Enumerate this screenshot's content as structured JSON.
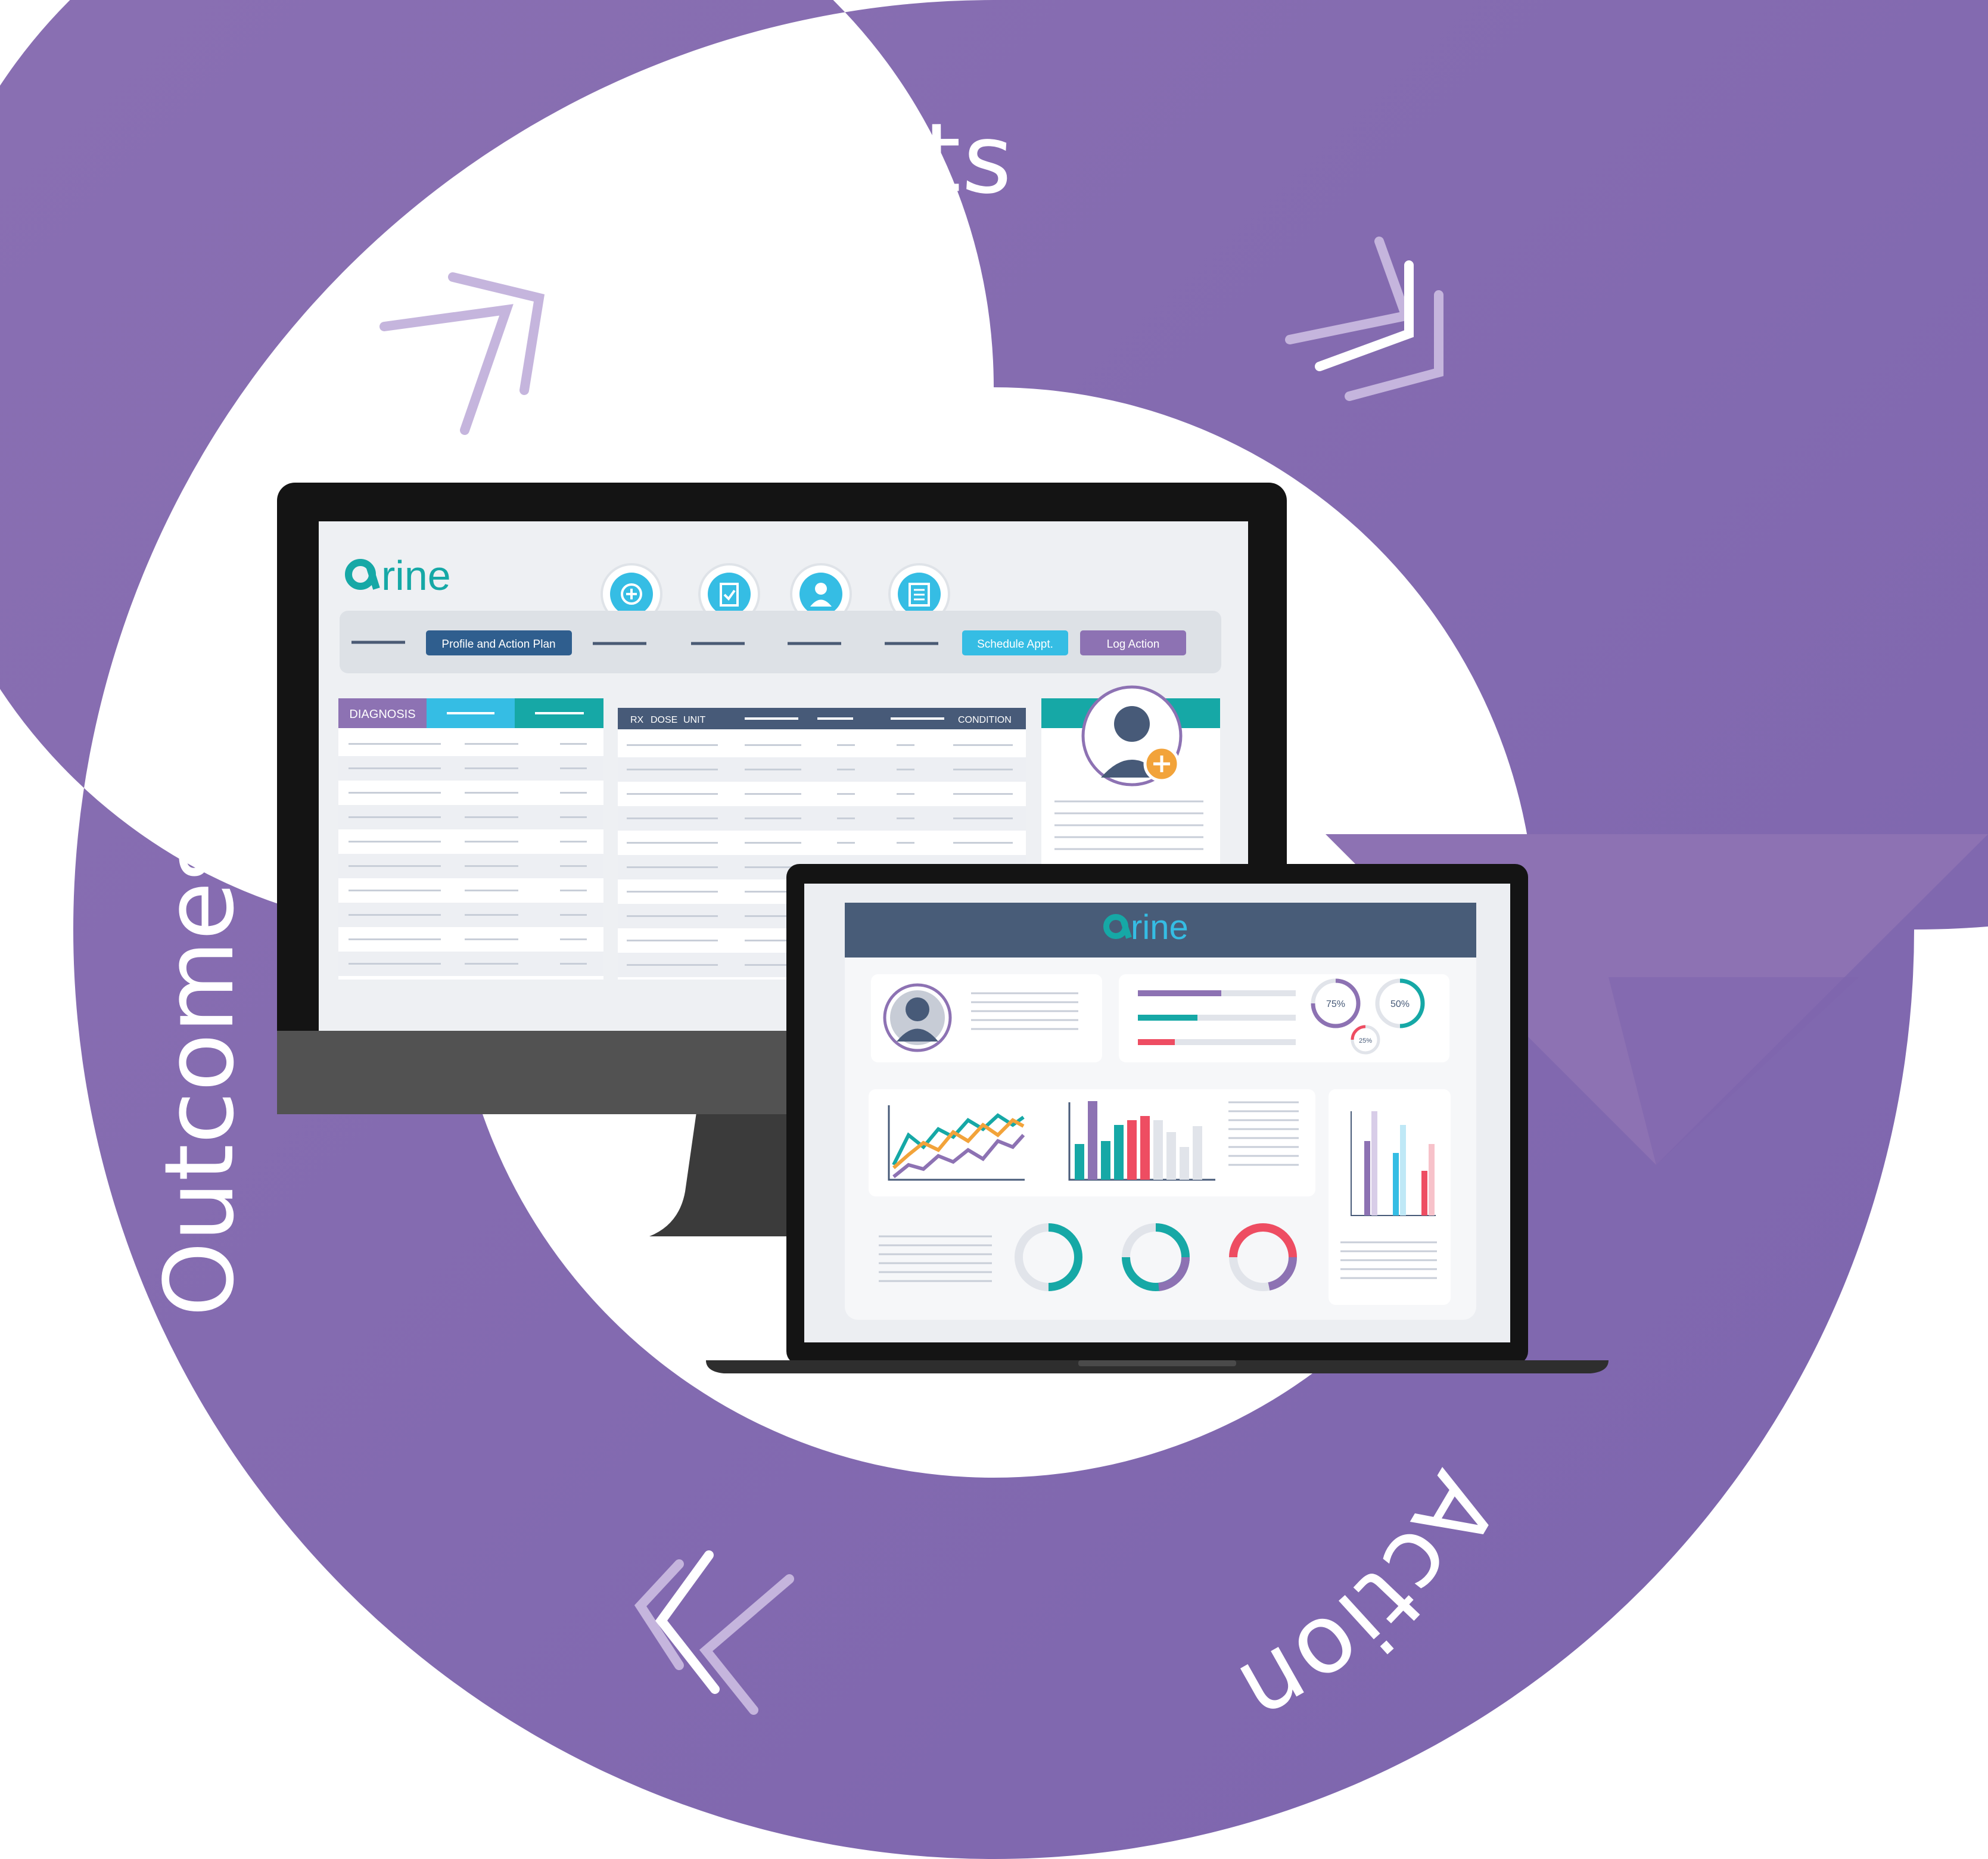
{
  "cycle": {
    "labels": {
      "insights": "Insights",
      "action": "Action",
      "outcomes": "Outcomes"
    },
    "colors": {
      "ring": "#8d72b3",
      "chevron_light": "#c5b5dd",
      "chevron_white": "#ffffff"
    }
  },
  "desktop": {
    "brand": {
      "mark": "a",
      "text": "rine"
    },
    "nav_icons": [
      "phone-plus-icon",
      "clipboard-check-icon",
      "doctor-icon",
      "document-list-icon"
    ],
    "toolbar": {
      "profile_button": "Profile and Action Plan",
      "schedule_button": "Schedule Appt.",
      "log_button": "Log Action"
    },
    "diagnosis_table": {
      "header": "DIAGNOSIS"
    },
    "medication_table": {
      "headers": [
        "RX",
        "DOSE",
        "UNIT",
        "CONDITION"
      ]
    },
    "patient_card": {
      "avatar_icon": "person-icon",
      "add_icon": "plus-icon"
    },
    "colors": {
      "brand_teal": "#16a8a6",
      "button_navy": "#2f5e8e",
      "button_cyan": "#35bde4",
      "button_purple": "#8d72b3",
      "header_navy": "#475a78"
    }
  },
  "laptop": {
    "brand": {
      "mark": "a",
      "text": "rine"
    },
    "gauges": {
      "purple": "75%",
      "teal": "50%",
      "red": "25%"
    },
    "colors": {
      "header": "#485c78",
      "purple": "#8d72b3",
      "teal": "#16a8a6",
      "red": "#ee4d62",
      "orange": "#f2a33a",
      "cyan": "#35bde4"
    }
  }
}
